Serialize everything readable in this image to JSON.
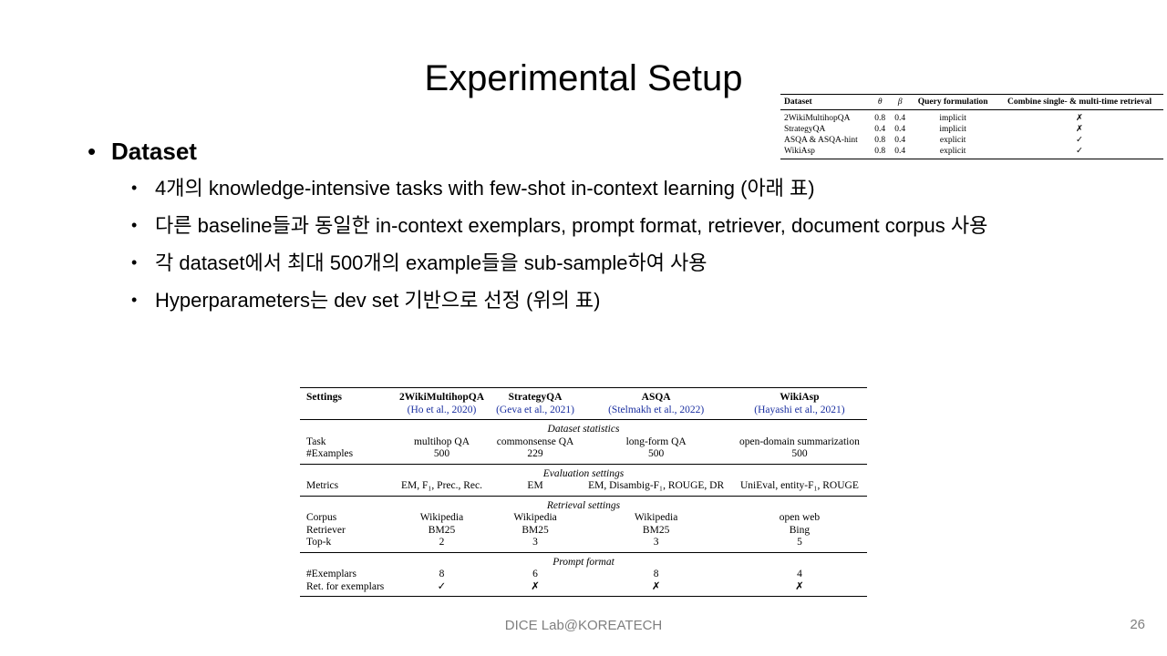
{
  "slide": {
    "title": "Experimental Setup",
    "bullets": {
      "l1": "Dataset",
      "sub": [
        "4개의 knowledge-intensive tasks with few-shot in-context learning (아래 표)",
        "다른 baseline들과 동일한 in-context exemplars, prompt format, retriever, document corpus 사용",
        "각 dataset에서 최대 500개의 example들을 sub-sample하여 사용",
        "Hyperparameters는 dev set 기반으로 선정 (위의 표)"
      ]
    },
    "footer": "DICE Lab@KOREATECH",
    "page_number": "26"
  },
  "mini_table": {
    "headers": [
      "Dataset",
      "θ",
      "β",
      "Query formulation",
      "Combine single- & multi-time retrieval"
    ],
    "rows": [
      [
        "2WikiMultihopQA",
        "0.8",
        "0.4",
        "implicit",
        "✗"
      ],
      [
        "StrategyQA",
        "0.4",
        "0.4",
        "implicit",
        "✗"
      ],
      [
        "ASQA & ASQA-hint",
        "0.8",
        "0.4",
        "explicit",
        "✓"
      ],
      [
        "WikiAsp",
        "0.8",
        "0.4",
        "explicit",
        "✓"
      ]
    ]
  },
  "settings_table": {
    "header": [
      "Settings",
      "2WikiMultihopQA",
      "StrategyQA",
      "ASQA",
      "WikiAsp"
    ],
    "citations": [
      "",
      "(Ho et al., 2020)",
      "(Geva et al., 2021)",
      "(Stelmakh et al., 2022)",
      "(Hayashi et al., 2021)"
    ],
    "sections": {
      "dataset_statistics": "Dataset statistics",
      "evaluation_settings": "Evaluation settings",
      "retrieval_settings": "Retrieval settings",
      "prompt_format": "Prompt format"
    },
    "rows": {
      "task": [
        "Task",
        "multihop QA",
        "commonsense QA",
        "long-form QA",
        "open-domain summarization"
      ],
      "examples": [
        "#Examples",
        "500",
        "229",
        "500",
        "500"
      ],
      "metrics": [
        "Metrics",
        "EM, F₁, Prec., Rec.",
        "EM",
        "EM, Disambig-F₁, ROUGE, DR",
        "UniEval, entity-F₁, ROUGE"
      ],
      "corpus": [
        "Corpus",
        "Wikipedia",
        "Wikipedia",
        "Wikipedia",
        "open web"
      ],
      "retriever": [
        "Retriever",
        "BM25",
        "BM25",
        "BM25",
        "Bing"
      ],
      "topk": [
        "Top-k",
        "2",
        "3",
        "3",
        "5"
      ],
      "exemplars": [
        "#Exemplars",
        "8",
        "6",
        "8",
        "4"
      ],
      "ret_exemplars": [
        "Ret. for exemplars",
        "✓",
        "✗",
        "✗",
        "✗"
      ]
    }
  }
}
